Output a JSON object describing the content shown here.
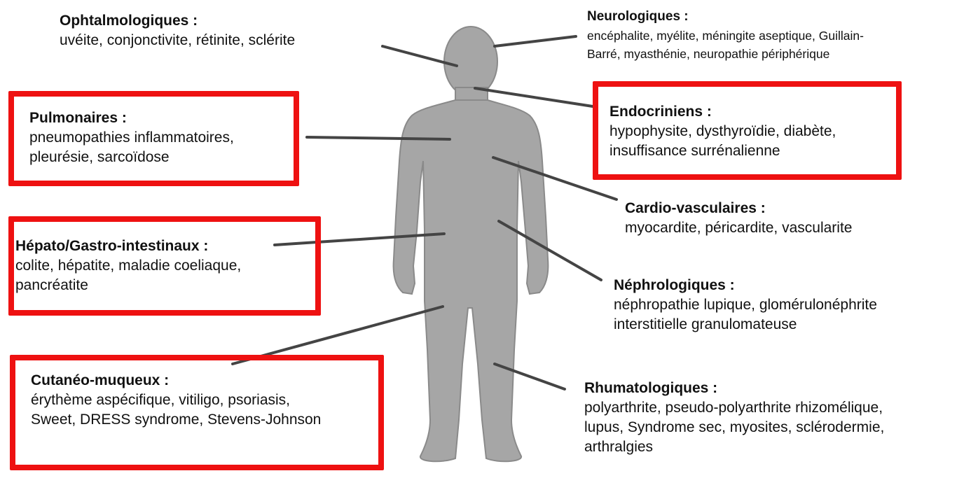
{
  "colors": {
    "body": "#a6a6a6",
    "highlight_box": "#ee1111",
    "leader_line": "#444444",
    "text": "#111111"
  },
  "categories": {
    "ophtalmologiques": {
      "title": "Ophtalmologiques :",
      "items": "uvéite, conjonctivite, rétinite, sclérite",
      "highlighted": false
    },
    "neurologiques": {
      "title": "Neurologiques :",
      "items": "encéphalite, myélite, méningite aseptique, Guillain-\nBarré, myasthénie, neuropathie périphérique",
      "highlighted": false
    },
    "pulmonaires": {
      "title": "Pulmonaires :",
      "items": "pneumopathies inflammatoires,\npleurésie, sarcoïdose",
      "highlighted": true
    },
    "endocriniens": {
      "title": "Endocriniens :",
      "items": "hypophysite, dysthyroïdie, diabète,\ninsuffisance surrénalienne",
      "highlighted": true
    },
    "cardio": {
      "title": "Cardio-vasculaires :",
      "items": "myocardite, péricardite, vascularite",
      "highlighted": false
    },
    "hepato": {
      "title": "Hépato/Gastro-intestinaux :",
      "items": "colite, hépatite, maladie coeliaque,\npancréatite",
      "highlighted": true
    },
    "nephro": {
      "title": "Néphrologiques :",
      "items": "néphropathie lupique, glomérulonéphrite\ninterstitielle granulomateuse",
      "highlighted": false
    },
    "cutaneo": {
      "title": "Cutanéo-muqueux :",
      "items": "érythème aspécifique, vitiligo, psoriasis,\nSweet, DRESS syndrome, Stevens-Johnson",
      "highlighted": true
    },
    "rhumato": {
      "title": "Rhumatologiques :",
      "items": "polyarthrite, pseudo-polyarthrite rhizomélique,\nlupus, Syndrome sec, myosites, sclérodermie,\narthralgies",
      "highlighted": false
    }
  }
}
